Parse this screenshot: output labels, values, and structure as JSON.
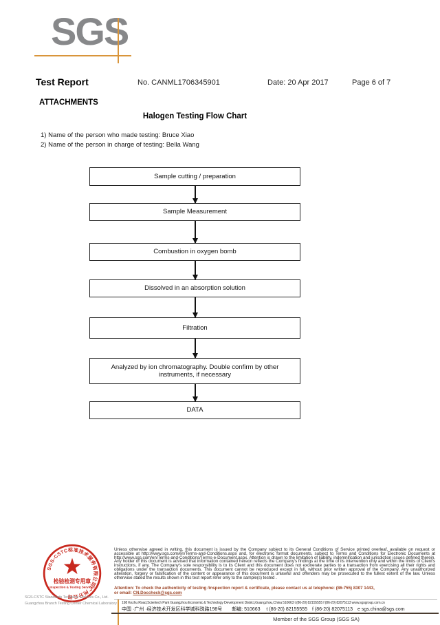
{
  "logo": {
    "text": "SGS"
  },
  "header": {
    "title": "Test Report",
    "report_no": "No. CANML1706345901",
    "date": "Date: 20 Apr 2017",
    "page": "Page 6 of 7"
  },
  "attachments_label": "ATTACHMENTS",
  "chart_title": "Halogen Testing Flow Chart",
  "notes": {
    "line1": "1) Name of the person who made testing: Bruce Xiao",
    "line2": "2) Name of the person in charge of testing: Bella Wang"
  },
  "flowchart": {
    "steps": [
      {
        "label": "Sample cutting / preparation"
      },
      {
        "label": "Sample Measurement"
      },
      {
        "label": "Combustion in oxygen bomb"
      },
      {
        "label": "Dissolved in an absorption solution"
      },
      {
        "label": "Filtration"
      },
      {
        "label": "Analyzed by ion chromatography. Double confirm by other instruments, if necessary"
      },
      {
        "label": "DATA"
      }
    ]
  },
  "stamp": {
    "ring_text": "SGS-CSTC标准技术服务有限公司广州分公司",
    "line1": "检验检测专用章",
    "line2": "Inspection & Testing Services",
    "color": "#c8281e"
  },
  "footer": {
    "company_line1": "SGS-CSTC Standards Technical Services Co., Ltd.",
    "company_line2": "Guangzhou Branch Testing Center Chemical Laboratory",
    "disclaimer": "Unless otherwise agreed in writing, this document is issued by the Company subject to its General Conditions of Service printed overleaf, available on request or accessible at http://www.sgs.com/en/Terms-and-Conditions.aspx and, for electronic format documents, subject to Terms and Conditions for Electronic Documents at http://www.sgs.com/en/Terms-and-Conditions/Terms-e-Document.aspx. Attention is drawn to the limitation of liability, indemnification and jurisdiction issues defined therein. Any holder of this document is advised that information contained hereon reflects the Company's findings at the time of its intervention only and within the limits of Client's instructions, if any. The Company's sole responsibility is to its Client and this document does not exonerate parties to a transaction from exercising all their rights and obligations under the transaction documents. This document cannot be reproduced except in full, without prior written approval of the Company. Any unauthorized alteration, forgery or falsification of the content or appearance of this document is unlawful and offenders may be prosecuted to the fullest extent of the law. Unless otherwise stated the results shown in this test report refer only to the sample(s) tested .",
    "attention_line1": "Attention: To check the authenticity of testing /inspection report & certificate, please contact us at telephone: (86-755) 8307 1443,",
    "attention_line2_prefix": "or email: ",
    "attention_email": "CN.Doccheck@sgs.com",
    "address_en": "198 Kezhu Road,Scientech Park Guangzhou Economic & Technology Development District,Guangzhou,China 510663   t (86-20) 82155555   f (86-20) 82075113   www.sgsgroup.com.cn",
    "address_cn": "中国 ·广州 ·经济技术开发区科学城科珠路198号　　邮编: 510663　 t (86-20) 82155555　f (86-20) 82075113　e sgs.china@sgs.com",
    "member_text": "Member of the SGS Group (SGS SA)"
  },
  "colors": {
    "logo_gray": "#87888a",
    "crop_orange": "#d9953b",
    "stamp_red": "#c8281e",
    "attention_red": "#9c4527"
  }
}
